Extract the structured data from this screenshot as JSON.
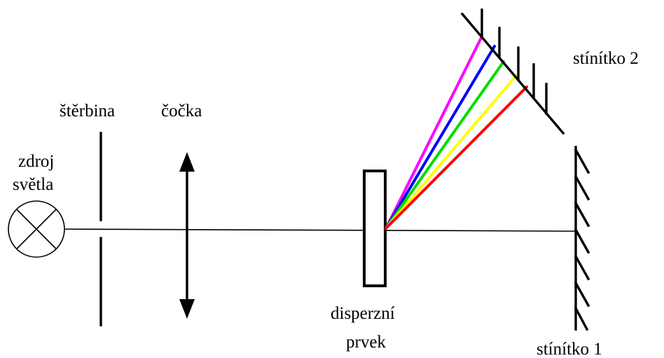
{
  "labels": {
    "light_source": [
      "zdroj",
      "světla"
    ],
    "slit": "štěrbina",
    "lens": "čočka",
    "dispersive_element": [
      "disperzní",
      "prvek"
    ],
    "screen_1": "stínítko 1",
    "screen_2": "stínítko 2"
  },
  "spectrum_colors": [
    "#ff00ff",
    "#0000ff",
    "#00dd00",
    "#ffff00",
    "#ff0000"
  ],
  "icons": {
    "light_source": "lamp-cross-circle-icon",
    "lens": "double-arrow-lens-icon"
  }
}
